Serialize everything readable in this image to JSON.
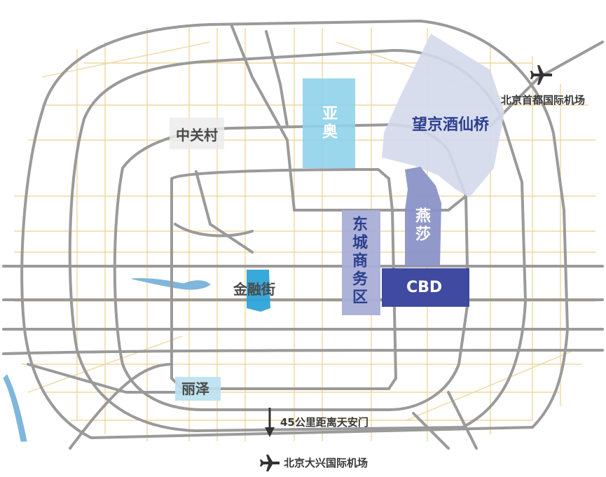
{
  "districts": {
    "yaao": "亚奥",
    "wangjing": "望京酒仙桥",
    "zhongguancun": "中关村",
    "dongcheng": "东城商务区",
    "yansha": "燕莎",
    "cbd": "CBD",
    "jinrongjie": "金融街",
    "lize": "丽泽"
  },
  "airports": {
    "capital": "北京首都国际机场",
    "daxing": "北京大兴国际机场"
  },
  "distance_note": "45公里距离天安门",
  "colors": {
    "ring_road": "#9a9a9a",
    "street": "#efd7a0",
    "water": "#7fb6dc",
    "yaao": "#8fd1ea",
    "wangjing": "#d4d9ec",
    "yansha": "#8a93c6",
    "dongcheng": "#a9aed6",
    "cbd": "#3f4aa0",
    "jinrongjie": "#2ea3d8",
    "zhongguancun": "#ececec",
    "lize": "#b9e1f0"
  }
}
